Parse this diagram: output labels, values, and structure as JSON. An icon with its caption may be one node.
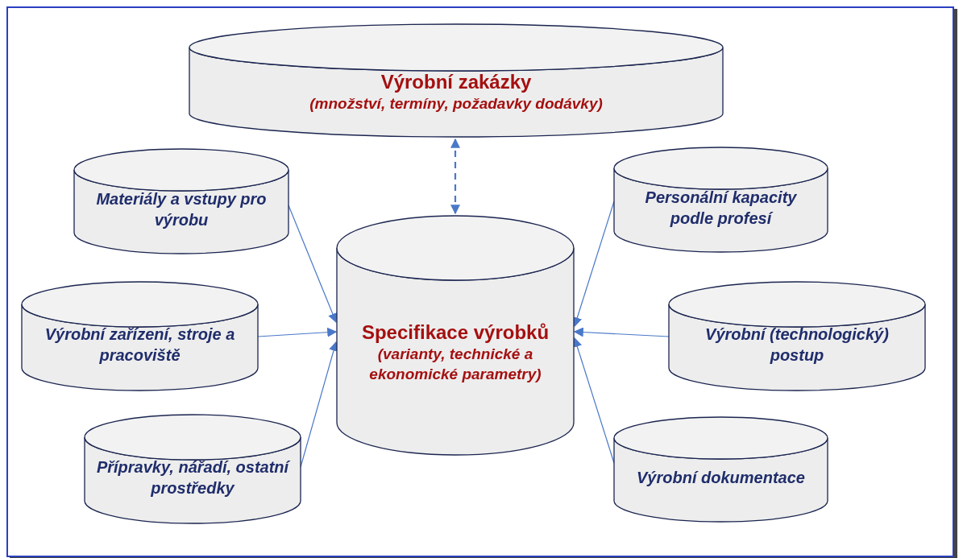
{
  "diagram": {
    "nodes": [
      {
        "text": [
          "Výrobní zakázky",
          "(množství, termíny, požadavky dodávky)"
        ]
      },
      {
        "text": [
          "Materiály a vstupy pro výrobu"
        ]
      },
      {
        "text": [
          "Personální kapacity podle profesí"
        ]
      },
      {
        "text": [
          "Specifikace výrobků",
          "(varianty, technické a ekonomické parametry)"
        ]
      },
      {
        "text": [
          "Výrobní zařízení, stroje a pracoviště"
        ]
      },
      {
        "text": [
          "Výrobní (technologický) postup"
        ]
      },
      {
        "text": [
          "Přípravky, nářadí, ostatní prostředky"
        ]
      },
      {
        "text": [
          "Výrobní dokumentace"
        ]
      }
    ],
    "edges": [
      {
        "from": 0,
        "to": 3,
        "arrow": "both",
        "style": "dashed"
      },
      {
        "from": 1,
        "to": 3,
        "arrow": "to"
      },
      {
        "from": 4,
        "to": 3,
        "arrow": "to"
      },
      {
        "from": 6,
        "to": 3,
        "arrow": "to"
      },
      {
        "from": 2,
        "to": 3,
        "arrow": "to"
      },
      {
        "from": 5,
        "to": 3,
        "arrow": "to"
      },
      {
        "from": 7,
        "to": 3,
        "arrow": "to"
      }
    ]
  }
}
